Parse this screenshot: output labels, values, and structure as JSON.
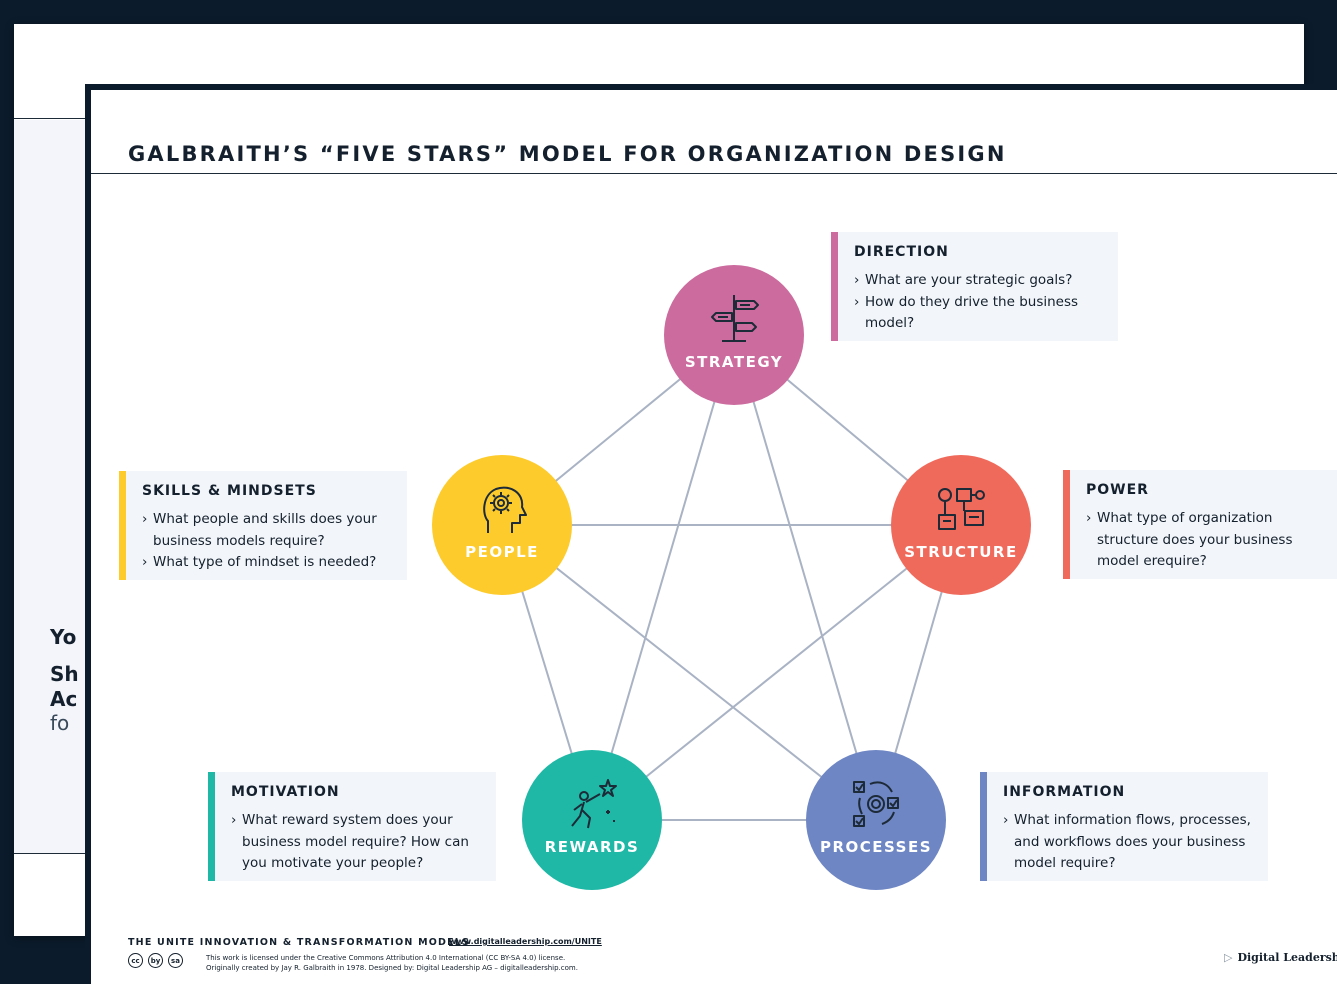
{
  "background_sheet": {
    "fragments": [
      "Yo",
      "Sh",
      "Ac",
      "fo"
    ]
  },
  "title": "GALBRAITH’S “FIVE STARS” MODEL FOR ORGANIZATION DESIGN",
  "colors": {
    "strategy": "#cc6b9e",
    "people": "#fdcb2c",
    "structure": "#f06a5c",
    "rewards": "#1fb8a6",
    "processes": "#6e86c4",
    "connector": "#a9b3c4"
  },
  "nodes": {
    "strategy": {
      "label": "STRATEGY",
      "icon": "signpost-icon"
    },
    "people": {
      "label": "PEOPLE",
      "icon": "head-gear-icon"
    },
    "structure": {
      "label": "STRUCTURE",
      "icon": "org-chart-icon"
    },
    "rewards": {
      "label": "REWARDS",
      "icon": "reach-star-icon"
    },
    "processes": {
      "label": "PROCESSES",
      "icon": "workflow-cycle-icon"
    }
  },
  "cards": {
    "direction": {
      "heading": "DIRECTION",
      "items": [
        "What are your strategic goals?",
        "How do they drive the business model?"
      ]
    },
    "skills": {
      "heading": "SKILLS & MINDSETS",
      "items": [
        "What people and skills does your business models require?",
        "What type of mindset is needed?"
      ]
    },
    "power": {
      "heading": "POWER",
      "items": [
        "What type of organization structure does your business model erequire?"
      ]
    },
    "motivation": {
      "heading": "MOTIVATION",
      "items": [
        "What reward system does your business model require? How can you motivate your people?"
      ]
    },
    "information": {
      "heading": "INFORMATION",
      "items": [
        "What information flows, processes, and workflows does your business model require?"
      ]
    }
  },
  "footer": {
    "title": "THE UNITE INNOVATION & TRANSFORMATION MODELS",
    "url": "www.digitalleadership.com/UNITE",
    "license_line1": "This work is licensed under the Creative Commons Attribution 4.0 International (CC BY-SA 4.0) license.",
    "license_line2": "Originally created by Jay R. Galbraith in 1978. Designed by: Digital Leadership AG – digitalleadership.com.",
    "cc_icons": [
      "cc",
      "by",
      "sa"
    ],
    "brand": "Digital Leadership"
  }
}
